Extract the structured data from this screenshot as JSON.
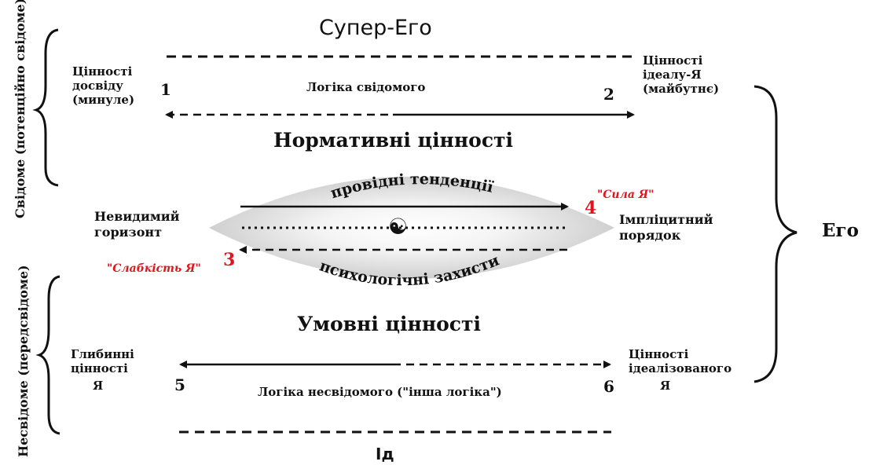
{
  "top_title": "Супер-Его",
  "bottom_title": "Ід",
  "right_label": "Его",
  "left_upper_vertical": "Свідоме (потенційно свідоме)",
  "left_lower_vertical": "Несвідоме (передсвідоме)",
  "upper_left_values": [
    "Цінності",
    "досвіду",
    "(минуле)"
  ],
  "upper_right_values": [
    "Цінності",
    "ідеалу-Я",
    "(майбутнє)"
  ],
  "point_1": "1",
  "point_2": "2",
  "point_3": "3",
  "point_4": "4",
  "point_5": "5",
  "point_6": "6",
  "logic_conscious": "Логіка свідомого",
  "normative_values": "Нормативні цінності",
  "leading_tendencies": "провідні тенденції",
  "ego_strength": "\"Сила Я\"",
  "invisible_horizon": [
    "Невидимий",
    "горизонт"
  ],
  "implicit_order": [
    "Імпліцитний",
    "порядок"
  ],
  "ego_weakness": "\"Слабкість Я\"",
  "psychological_defenses": "психологічні захисти",
  "conditional_values": "Умовні цінності",
  "deep_values": [
    "Глибинні",
    "цінності",
    "Я"
  ],
  "idealized_values": [
    "Цінності",
    "ідеалізованого",
    "Я"
  ],
  "logic_unconscious": "Логіка несвідомого (\"інша логіка\")",
  "yin_yang_symbol": "☯",
  "colors": {
    "accent_red": "#e0141e",
    "lens_gray": "#d8d8d8",
    "ink": "#111111"
  }
}
